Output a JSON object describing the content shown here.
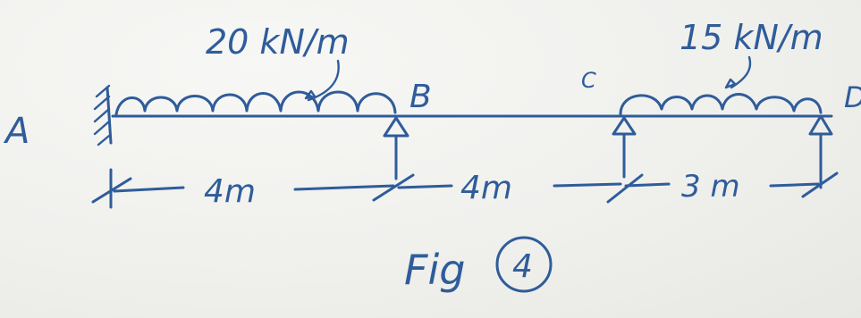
{
  "colors": {
    "ink": "#2f5c9a",
    "paper": "#f1f1ef"
  },
  "points": {
    "a": "A",
    "b": "B",
    "c": "C",
    "d": "D"
  },
  "loads": {
    "left_udl": "20 kN/m",
    "right_udl": "15 kN/m"
  },
  "spans": {
    "ab": "4m",
    "bc": "4m",
    "cd": "3 m"
  },
  "supports": {
    "a": "fixed",
    "b": "roller",
    "c": "roller",
    "d": "roller"
  },
  "figure": {
    "prefix": "Fig",
    "number": "4"
  }
}
